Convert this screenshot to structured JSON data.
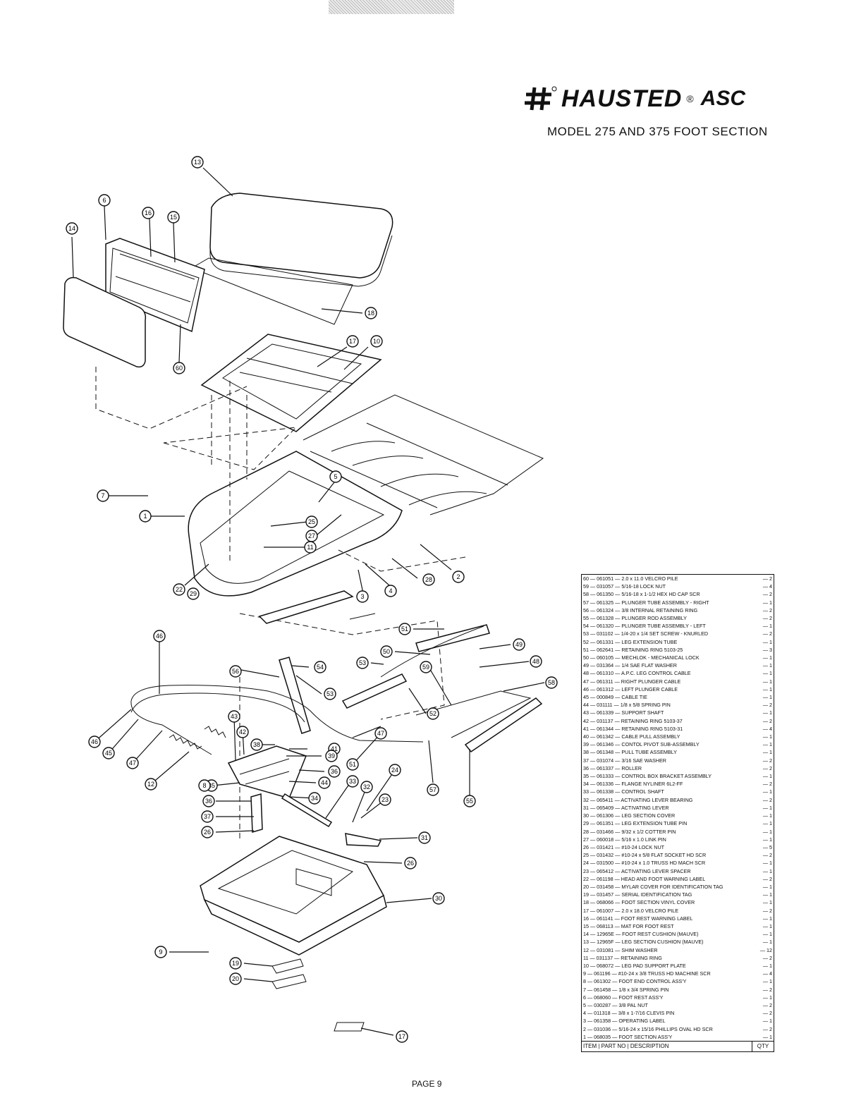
{
  "brand": {
    "name": "HAUSTED",
    "reg": "®",
    "suffix": "ASC"
  },
  "subtitle": "MODEL 275 AND 375 FOOT SECTION",
  "page_label": "PAGE 9",
  "table_header": {
    "item": "ITEM",
    "part_no": "PART NO",
    "description": "DESCRIPTION",
    "qty": "QTY"
  },
  "parts": [
    {
      "line": "60 — 061051 — 2.0 x 11.0 VELCRO PILE",
      "qty": "— 2"
    },
    {
      "line": "59 — 031057 — 5/16-18 LOCK NUT",
      "qty": "— 4"
    },
    {
      "line": "58 — 061350 — 5/16-18 x 1-1/2 HEX HD CAP SCR",
      "qty": "— 2"
    },
    {
      "line": "57 — 061325 — PLUNGER TUBE ASSEMBLY - RIGHT",
      "qty": "— 1"
    },
    {
      "line": "56 — 061324 — 3/8 INTERNAL RETAINING RING",
      "qty": "— 2"
    },
    {
      "line": "55 — 061328 — PLUNGER ROD ASSEMBLY",
      "qty": "— 2"
    },
    {
      "line": "54 — 061320 — PLUNGER TUBE ASSEMBLY - LEFT",
      "qty": "— 1"
    },
    {
      "line": "53 — 031102 — 1/4-20 x 1/4 SET SCREW - KNURLED",
      "qty": "— 2"
    },
    {
      "line": "52 — 061331 — LEG EXTENSION TUBE",
      "qty": "— 1"
    },
    {
      "line": "51 — 062641 — RETAINING RING    5103-25",
      "qty": "— 3"
    },
    {
      "line": "50 — 060105 — MECHLOK - MECHANICAL LOCK",
      "qty": "— 1"
    },
    {
      "line": "49 — 031364 — 1/4 SAE FLAT WASHER",
      "qty": "— 1"
    },
    {
      "line": "48 — 061310 — A.P.C. LEG CONTROL CABLE",
      "qty": "— 1"
    },
    {
      "line": "47 — 061311 — RIGHT PLUNGER CABLE",
      "qty": "— 1"
    },
    {
      "line": "46 — 061312 — LEFT PLUNGER CABLE",
      "qty": "— 1"
    },
    {
      "line": "45 — 000849 — CABLE TIE",
      "qty": "— 1"
    },
    {
      "line": "44 — 031111 — 1/8 x 5/8 SPRING PIN",
      "qty": "— 2"
    },
    {
      "line": "43 — 061339 — SUPPORT SHAFT",
      "qty": "— 1"
    },
    {
      "line": "42 — 031137 — RETAINING RING    5103-37",
      "qty": "— 2"
    },
    {
      "line": "41 — 061344 — RETAINING RING    5103-31",
      "qty": "— 4"
    },
    {
      "line": "40 — 061342 — CABLE PULL ASSEMBLY",
      "qty": "— 1"
    },
    {
      "line": "39 — 061346 — CONTOL PIVOT SUB-ASSEMBLY",
      "qty": "— 1"
    },
    {
      "line": "38 — 061348 — PULL TUBE ASSEMBLY",
      "qty": "— 1"
    },
    {
      "line": "37 — 031074 — 3/16 SAE WASHER",
      "qty": "— 2"
    },
    {
      "line": "36 — 061337 — ROLLER",
      "qty": "— 2"
    },
    {
      "line": "35 — 061333 — CONTROL BOX BRACKET ASSEMBLY",
      "qty": "— 1"
    },
    {
      "line": "34 — 061336 — FLANGE NYLINER    6L2-FF",
      "qty": "— 2"
    },
    {
      "line": "33 — 061338 — CONTROL SHAFT",
      "qty": "— 1"
    },
    {
      "line": "32 — 065411 — ACTIVATING LEVER BEARING",
      "qty": "— 2"
    },
    {
      "line": "31 — 065409 — ACTIVATING LEVER",
      "qty": "— 1"
    },
    {
      "line": "30 — 061306 — LEG SECTION COVER",
      "qty": "— 1"
    },
    {
      "line": "29 — 061351 — LEG EXTENSION TUBE PIN",
      "qty": "— 1"
    },
    {
      "line": "28 — 031466 — 9/32 x 1/2 COTTER PIN",
      "qty": "— 1"
    },
    {
      "line": "27 — 060018 — 5/16 x 1.0 LINK PIN",
      "qty": "— 1"
    },
    {
      "line": "26 — 031421 — #10-24 LOCK NUT",
      "qty": "— 5"
    },
    {
      "line": "25 — 031432 — #10-24 x 5/8 FLAT SOCKET HD SCR",
      "qty": "— 2"
    },
    {
      "line": "24 — 031500 — #10-24 x 1.0 TRUSS HD MACH SCR",
      "qty": "— 1"
    },
    {
      "line": "23 — 065412 — ACTIVATING LEVER SPACER",
      "qty": "— 1"
    },
    {
      "line": "22 — 061198 — HEAD AND FOOT WARNING LABEL",
      "qty": "— 2"
    },
    {
      "line": "20 — 031458 — MYLAR COVER FOR IDENTIFICATION TAG",
      "qty": "— 1"
    },
    {
      "line": "19 — 031457 — SERIAL IDENTIFICATION TAG",
      "qty": "— 1"
    },
    {
      "line": "18 — 068066 — FOOT SECTION VINYL COVER",
      "qty": "— 1"
    },
    {
      "line": "17 — 061007 — 2.0 x 18.0 VELCRO PILE",
      "qty": "— 2"
    },
    {
      "line": "16 — 061141 — FOOT REST WARNING LABEL",
      "qty": "— 1"
    },
    {
      "line": "15 — 068113 — MAT FOR FOOT REST",
      "qty": "— 1"
    },
    {
      "line": "14 — 12965E — FOOT REST CUSHION (MAUVE)",
      "qty": "— 1"
    },
    {
      "line": "13 — 12965F — LEG SECTION CUSHION (MAUVE)",
      "qty": "— 1"
    },
    {
      "line": "12 — 031081 — SHIM WASHER",
      "qty": "— 12"
    },
    {
      "line": "11 — 031137 — RETAINING RING",
      "qty": "— 2"
    },
    {
      "line": "10 — 068072 — LEG PAD SUPPORT PLATE",
      "qty": "— 1"
    },
    {
      "line": "9 — 061196 — #10-24 x 3/8 TRUSS HD MACHINE SCR",
      "qty": "— 4"
    },
    {
      "line": "8 — 061302 — FOOT END CONTROL ASS'Y",
      "qty": "— 1"
    },
    {
      "line": "7 — 061458 — 1/8 x 3/4 SPRING PIN",
      "qty": "— 2"
    },
    {
      "line": "6 — 068060 — FOOT REST ASS'Y",
      "qty": "— 1"
    },
    {
      "line": "5 — 030287 — 3/8 PAL NUT",
      "qty": "— 2"
    },
    {
      "line": "4 — 011318 — 3/8 x 1-7/16 CLEVIS PIN",
      "qty": "— 2"
    },
    {
      "line": "3 — 061358 — OPERATING LABEL",
      "qty": "— 1"
    },
    {
      "line": "2 — 031036 — 5/16-24 x 15/16 PHILLIPS OVAL HD SCR",
      "qty": "— 2"
    },
    {
      "line": "1 — 068035 — FOOT SECTION ASS'Y",
      "qty": "— 1"
    }
  ],
  "callouts": [
    {
      "label": "13"
    },
    {
      "label": "6"
    },
    {
      "label": "16"
    },
    {
      "label": "15"
    },
    {
      "label": "14"
    },
    {
      "label": "18"
    },
    {
      "label": "60"
    },
    {
      "label": "17"
    },
    {
      "label": "10"
    },
    {
      "label": "7"
    },
    {
      "label": "1"
    },
    {
      "label": "5"
    },
    {
      "label": "25"
    },
    {
      "label": "27"
    },
    {
      "label": "11"
    },
    {
      "label": "2"
    },
    {
      "label": "28"
    },
    {
      "label": "4"
    },
    {
      "label": "3"
    },
    {
      "label": "22"
    },
    {
      "label": "29"
    },
    {
      "label": "46"
    },
    {
      "label": "51"
    },
    {
      "label": "49"
    },
    {
      "label": "50"
    },
    {
      "label": "48"
    },
    {
      "label": "53"
    },
    {
      "label": "56"
    },
    {
      "label": "54"
    },
    {
      "label": "59"
    },
    {
      "label": "53"
    },
    {
      "label": "58"
    },
    {
      "label": "52"
    },
    {
      "label": "47"
    },
    {
      "label": "43"
    },
    {
      "label": "42"
    },
    {
      "label": "46"
    },
    {
      "label": "45"
    },
    {
      "label": "47"
    },
    {
      "label": "38"
    },
    {
      "label": "41"
    },
    {
      "label": "39"
    },
    {
      "label": "51"
    },
    {
      "label": "57"
    },
    {
      "label": "12"
    },
    {
      "label": "36"
    },
    {
      "label": "44"
    },
    {
      "label": "35"
    },
    {
      "label": "8"
    },
    {
      "label": "36"
    },
    {
      "label": "34"
    },
    {
      "label": "33"
    },
    {
      "label": "32"
    },
    {
      "label": "24"
    },
    {
      "label": "23"
    },
    {
      "label": "37"
    },
    {
      "label": "26"
    },
    {
      "label": "31"
    },
    {
      "label": "26"
    },
    {
      "label": "55"
    },
    {
      "label": "30"
    },
    {
      "label": "9"
    },
    {
      "label": "19"
    },
    {
      "label": "20"
    },
    {
      "label": "17"
    }
  ]
}
